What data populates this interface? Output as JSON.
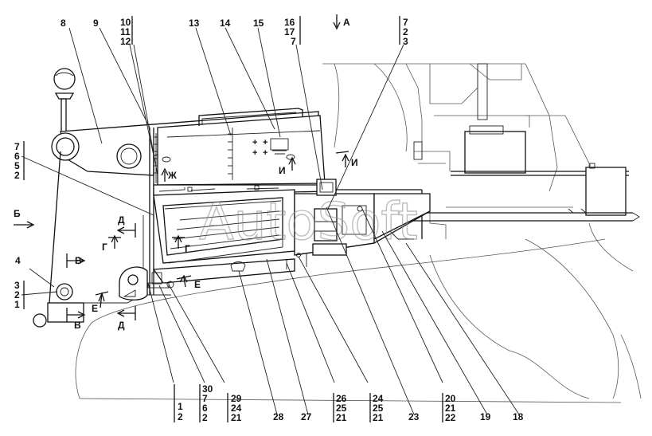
{
  "callouts": {
    "n1": "1",
    "n2": "2",
    "n3": "3",
    "n4": "4",
    "n5": "5",
    "n6": "6",
    "n7": "7",
    "n8": "8",
    "n9": "9",
    "n10": "10",
    "n11": "11",
    "n12": "12",
    "n13": "13",
    "n14": "14",
    "n15": "15",
    "n16": "16",
    "n17": "17",
    "n18": "18",
    "n19": "19",
    "n20": "20",
    "n21": "21",
    "n22": "22",
    "n23": "23",
    "n24": "24",
    "n25": "25",
    "n26": "26",
    "n27": "27",
    "n28": "28",
    "n29": "29",
    "n30": "30"
  },
  "views": {
    "A": "А",
    "B": "Б",
    "V": "В",
    "G": "Г",
    "D": "Д",
    "E": "Е",
    "Zh": "Ж",
    "I": "И"
  },
  "watermark": "AutoSoft"
}
